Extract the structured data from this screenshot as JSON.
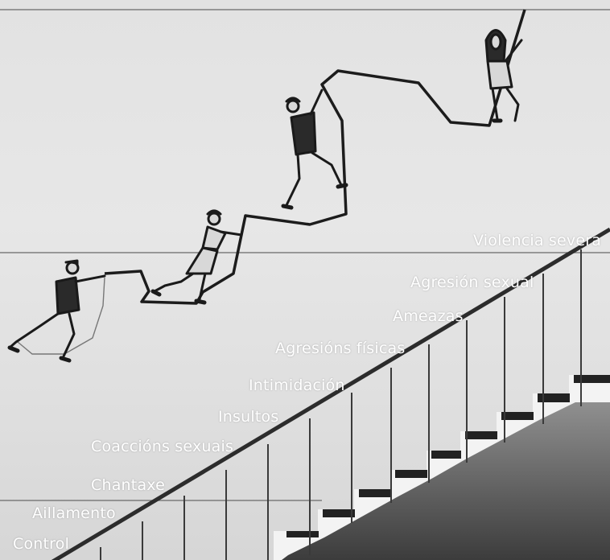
{
  "steps": [
    {
      "label": "Control"
    },
    {
      "label": "Aillamento"
    },
    {
      "label": "Chantaxe"
    },
    {
      "label": "Coaccións sexuais"
    },
    {
      "label": "Insultos"
    },
    {
      "label": "Intimidación"
    },
    {
      "label": "Agresións físicas"
    },
    {
      "label": "Ameazas"
    },
    {
      "label": "Agresión sexual"
    },
    {
      "label": "Violencia severa"
    }
  ],
  "colors": {
    "wall": "#e4e4e4",
    "stair": "#f2f2f2",
    "rail": "#333333",
    "label": "#ffffff",
    "figure": "#1a1a1a"
  }
}
